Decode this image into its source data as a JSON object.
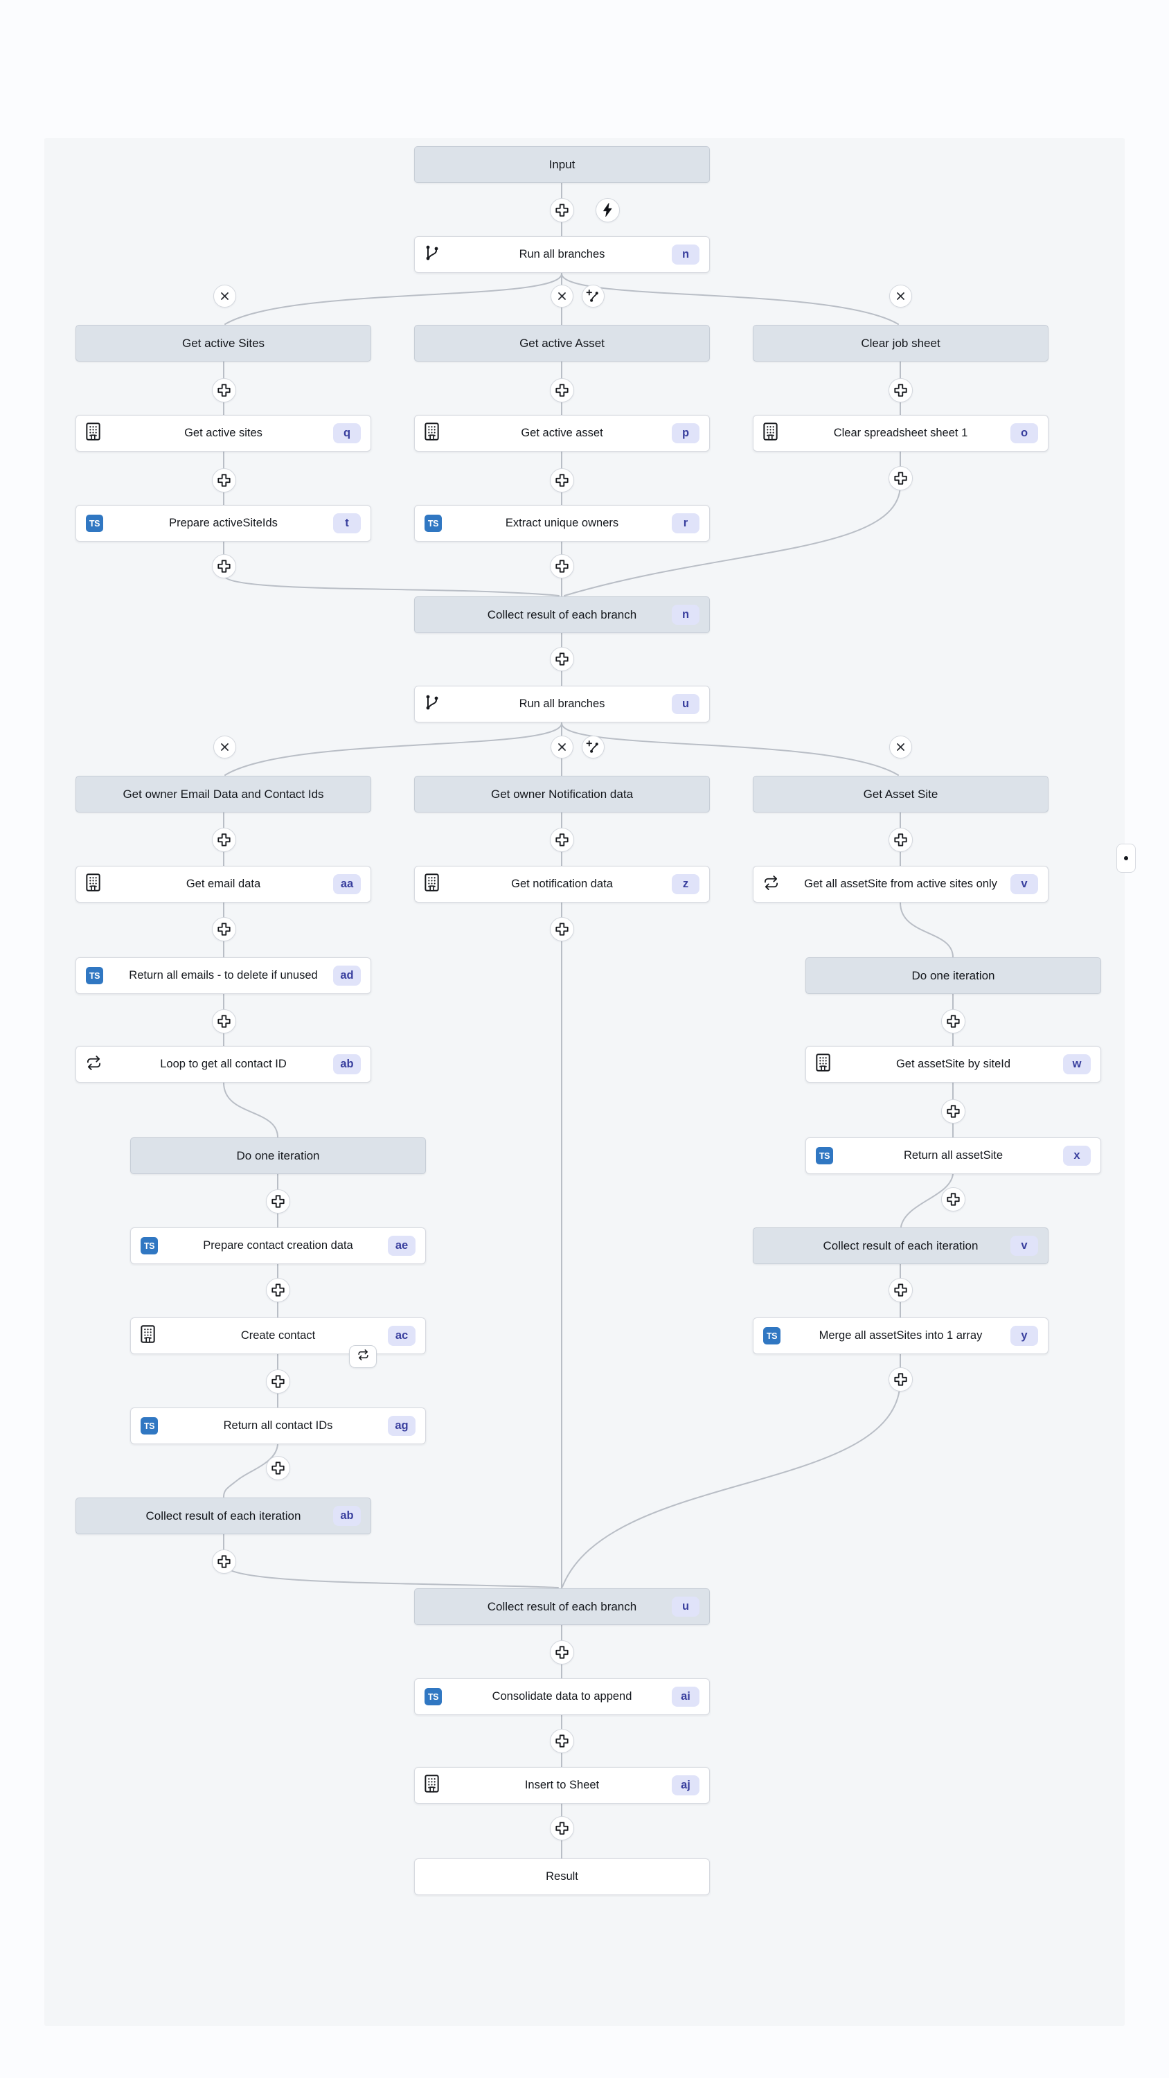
{
  "icons": {
    "ts_label": "TS"
  },
  "colors": {
    "badge_bg": "#e0e3f9",
    "badge_text": "#393f9e",
    "ts_blue": "#3077c2",
    "header_bg": "#dce2e9",
    "node_bg": "#ffffff",
    "canvas_bg": "#f4f6f8",
    "connector": "#b9bec6"
  },
  "nodes": {
    "input": {
      "label": "Input",
      "kind": "group-header"
    },
    "run_branches_1": {
      "label": "Run all branches",
      "badge": "n",
      "icon": "git-branch"
    },
    "hdr_get_active_sites": {
      "label": "Get active Sites",
      "kind": "group-header"
    },
    "hdr_get_active_asset": {
      "label": "Get active Asset",
      "kind": "group-header"
    },
    "hdr_clear_job_sheet": {
      "label": "Clear job sheet",
      "kind": "group-header"
    },
    "get_active_sites": {
      "label": "Get active sites",
      "badge": "q",
      "icon": "building"
    },
    "get_active_asset": {
      "label": "Get active asset",
      "badge": "p",
      "icon": "building"
    },
    "clear_spreadsheet": {
      "label": "Clear spreadsheet sheet 1",
      "badge": "o",
      "icon": "building"
    },
    "prepare_active_site_ids": {
      "label": "Prepare activeSiteIds",
      "badge": "t",
      "icon": "typescript"
    },
    "extract_unique_owners": {
      "label": "Extract unique owners",
      "badge": "r",
      "icon": "typescript"
    },
    "collect_branch_n": {
      "label": "Collect result of each branch",
      "badge": "n",
      "kind": "group-header"
    },
    "run_branches_2": {
      "label": "Run all branches",
      "badge": "u",
      "icon": "git-branch"
    },
    "hdr_owner_email": {
      "label": "Get owner Email Data and Contact Ids",
      "kind": "group-header"
    },
    "hdr_owner_notification": {
      "label": "Get owner Notification data",
      "kind": "group-header"
    },
    "hdr_get_asset_site": {
      "label": "Get Asset Site",
      "kind": "group-header"
    },
    "get_email_data": {
      "label": "Get email data",
      "badge": "aa",
      "icon": "building"
    },
    "get_notification_data": {
      "label": "Get notification data",
      "badge": "z",
      "icon": "building"
    },
    "get_all_asset_site": {
      "label": "Get all assetSite from active sites only",
      "badge": "v",
      "icon": "loop"
    },
    "return_all_emails": {
      "label": "Return all emails - to delete if unused",
      "badge": "ad",
      "icon": "typescript"
    },
    "loop_get_contact_id": {
      "label": "Loop to get all contact ID",
      "badge": "ab",
      "icon": "loop"
    },
    "hdr_do_one_iteration_left": {
      "label": "Do one iteration",
      "kind": "group-header"
    },
    "prepare_contact_creation": {
      "label": "Prepare contact creation data",
      "badge": "ae",
      "icon": "typescript"
    },
    "create_contact": {
      "label": "Create contact",
      "badge": "ac",
      "icon": "building"
    },
    "return_all_contact_ids": {
      "label": "Return all contact IDs",
      "badge": "ag",
      "icon": "typescript"
    },
    "collect_iter_left": {
      "label": "Collect result of each iteration",
      "badge": "ab",
      "kind": "group-header"
    },
    "hdr_do_one_iteration_right": {
      "label": "Do one iteration",
      "kind": "group-header"
    },
    "get_asset_site_by_id": {
      "label": "Get assetSite by siteId",
      "badge": "w",
      "icon": "building"
    },
    "return_all_asset_site": {
      "label": "Return all assetSite",
      "badge": "x",
      "icon": "typescript"
    },
    "collect_iter_right": {
      "label": "Collect result of each iteration",
      "badge": "v",
      "kind": "group-header"
    },
    "merge_asset_sites": {
      "label": "Merge all assetSites into 1 array",
      "badge": "y",
      "icon": "typescript"
    },
    "collect_branch_u": {
      "label": "Collect result of each branch",
      "badge": "u",
      "kind": "group-header"
    },
    "consolidate_data": {
      "label": "Consolidate data to append",
      "badge": "ai",
      "icon": "typescript"
    },
    "insert_to_sheet": {
      "label": "Insert to Sheet",
      "badge": "aj",
      "icon": "building"
    },
    "result": {
      "label": "Result",
      "kind": "terminal"
    }
  }
}
